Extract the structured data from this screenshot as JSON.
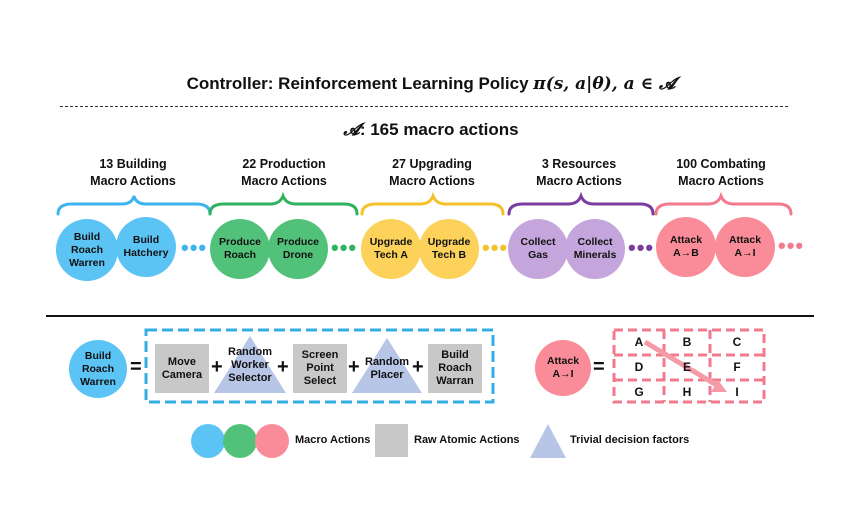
{
  "title": {
    "prefix": "Controller: Reinforcement Learning Policy ",
    "math": "π(s, a|θ), a ∈ 𝓐"
  },
  "subtitle": {
    "math": "𝓐",
    "text": ": 165 macro actions"
  },
  "groups": [
    {
      "label_line1": "13 Building",
      "label_line2": "Macro Actions",
      "color": "#3db4ee",
      "items": [
        [
          "Build",
          "Roach",
          "Warren"
        ],
        [
          "Build",
          "Hatchery"
        ]
      ]
    },
    {
      "label_line1": "22 Production",
      "label_line2": "Macro Actions",
      "color": "#2fb35e",
      "items": [
        [
          "Produce",
          "Roach"
        ],
        [
          "Produce",
          "Drone"
        ]
      ]
    },
    {
      "label_line1": "27 Upgrading",
      "label_line2": "Macro Actions",
      "color": "#f5c02a",
      "items": [
        [
          "Upgrade",
          "Tech A"
        ],
        [
          "Upgrade",
          "Tech B"
        ]
      ]
    },
    {
      "label_line1": "3 Resources",
      "label_line2": "Macro Actions",
      "color": "#7a3d9f",
      "items": [
        [
          "Collect",
          "Gas"
        ],
        [
          "Collect",
          "Minerals"
        ]
      ]
    },
    {
      "label_line1": "100 Combating",
      "label_line2": "Macro Actions",
      "color": "#f27a8c",
      "items": [
        [
          "Attack",
          "A→B"
        ],
        [
          "Attack",
          "A→I"
        ]
      ]
    }
  ],
  "ellipsis": "•••",
  "decomposition": {
    "macro": [
      "Build",
      "Roach",
      "Warren"
    ],
    "equals": "=",
    "plus": "+",
    "move_camera": [
      "Move",
      "Camera"
    ],
    "random_worker_selector": [
      "Random",
      "Worker",
      "Selector"
    ],
    "screen_point_select": [
      "Screen",
      "Point",
      "Select"
    ],
    "random_placer": [
      "Random",
      "Placer"
    ],
    "build_roach_warran": [
      "Build",
      "Roach",
      "Warran"
    ]
  },
  "attack": {
    "macro": [
      "Attack",
      "A→I"
    ],
    "equals": "=",
    "grid": [
      [
        "A",
        "B",
        "C"
      ],
      [
        "D",
        "E",
        "F"
      ],
      [
        "G",
        "H",
        "I"
      ]
    ]
  },
  "legend": {
    "macro_actions": "Macro Actions",
    "raw_atomic_actions": "Raw Atomic Actions",
    "trivial_decision_factors": "Trivial decision factors",
    "colors": [
      "#5bc4f5",
      "#52c27a",
      "#f98c98"
    ]
  }
}
